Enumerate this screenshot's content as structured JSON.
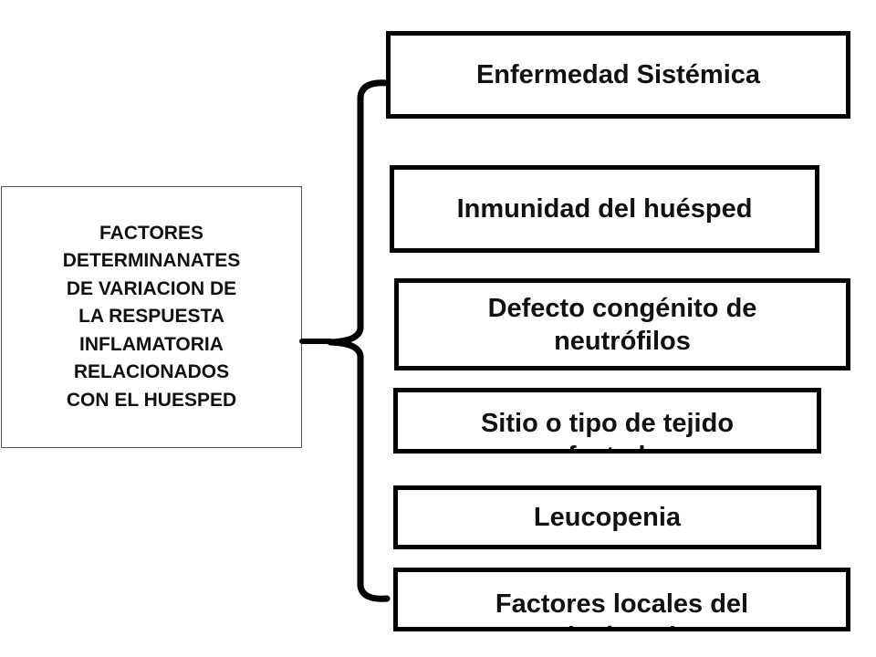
{
  "diagram": {
    "main_label": "FACTORES\nDETERMINANATES\nDE VARIACION DE\nLA RESPUESTA\nINFLAMATORIA\nRELACIONADOS\nCON EL HUESPED",
    "factors": [
      "Enfermedad Sistémica",
      "Inmunidad del huésped",
      "Defecto congénito de\nneutrófilos",
      "Sitio o tipo de tejido\nafectado",
      "Leucopenia",
      "Factores locales del\nhuésped"
    ]
  }
}
